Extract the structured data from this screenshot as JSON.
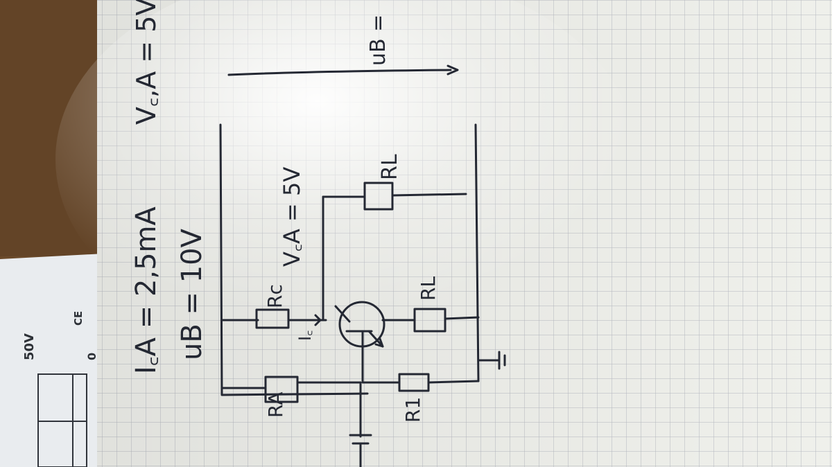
{
  "labels": {
    "ica": "I꜀A = 2,5mA",
    "ub": "uB = 10V",
    "vca_top": "V꜀,A = 5V",
    "ub_right": "uB =",
    "vca_mid": "V꜀A = 5V",
    "ic": "I꜀",
    "rc": "Rc",
    "ra": "RA",
    "r1": "R1",
    "rl_mid": "RL",
    "rl_right": "RL",
    "ground": "⊥"
  },
  "background": {
    "wood": "#6b4a2a",
    "paper": "#f4f5f0",
    "grid": "#b9bcc4",
    "ink": "#242833"
  },
  "sheet": {
    "text_1": "50V",
    "text_2": "CE",
    "text_3": "0"
  }
}
